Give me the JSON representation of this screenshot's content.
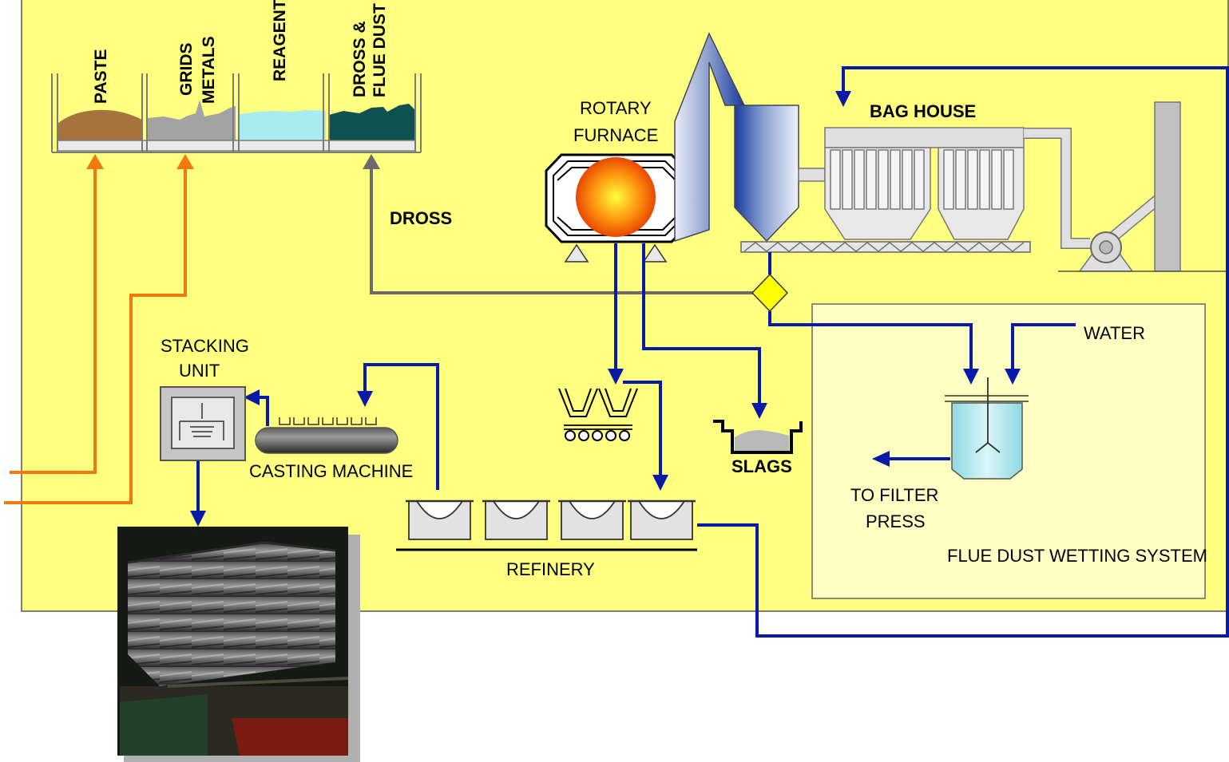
{
  "labels": {
    "bin_paste": "PASTE",
    "bin_grids": "GRIDS",
    "bin_metals": "METALS",
    "bin_reagents": "REAGENTS",
    "bin_dross_1": "DROSS &",
    "bin_dross_2": "FLUE DUST",
    "dross": "DROSS",
    "rotary_1": "ROTARY",
    "rotary_2": "FURNACE",
    "bag_house": "BAG HOUSE",
    "stacking_1": "STACKING",
    "stacking_2": "UNIT",
    "casting_machine": "CASTING MACHINE",
    "slags": "SLAGS",
    "refinery": "REFINERY",
    "water": "WATER",
    "filter_1": "TO FILTER",
    "filter_2": "PRESS",
    "wetting_system": "FLUE DUST WETTING SYSTEM"
  },
  "colors": {
    "background": "#ffff80",
    "wetting_box": "#ffffc4",
    "flow_line": "#0a1aa8",
    "feed_line": "#f07a10",
    "dross_line": "#6b6b6b"
  }
}
